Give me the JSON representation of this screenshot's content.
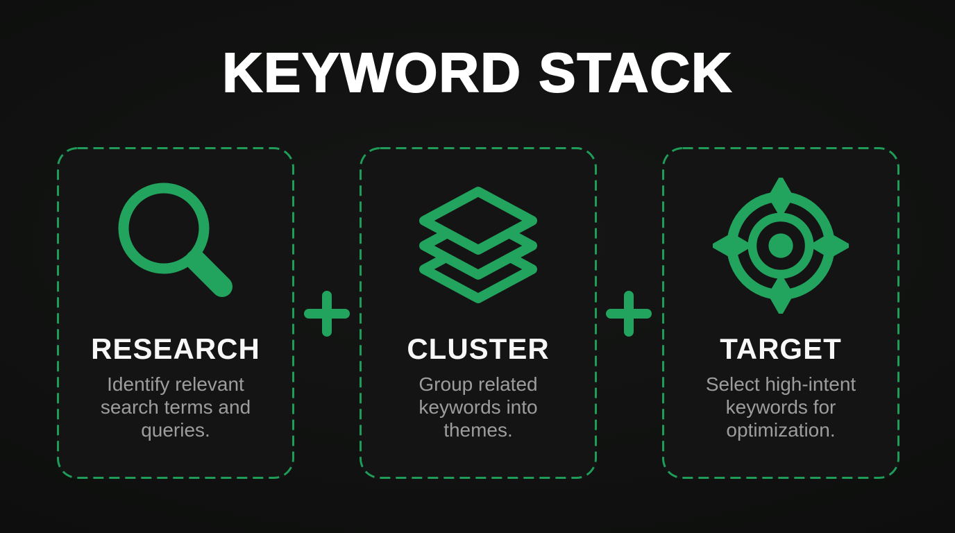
{
  "title": "KEYWORD STACK",
  "colors": {
    "accent_green": "#23a45e",
    "card_border_green": "#1e9c58",
    "background": "#0e0f0e",
    "heading_text": "#f7f7f7",
    "body_text": "#9d9d9d"
  },
  "cards": [
    {
      "icon": "search-icon",
      "heading": "RESEARCH",
      "description": "Identify relevant search terms and queries."
    },
    {
      "icon": "layers-icon",
      "heading": "CLUSTER",
      "description": "Group related keywords into themes."
    },
    {
      "icon": "target-icon",
      "heading": "TARGET",
      "description": "Select high-intent keywords for optimization."
    }
  ],
  "separators": [
    {
      "icon": "plus-icon",
      "symbol": "+"
    },
    {
      "icon": "plus-icon",
      "symbol": "+"
    }
  ]
}
